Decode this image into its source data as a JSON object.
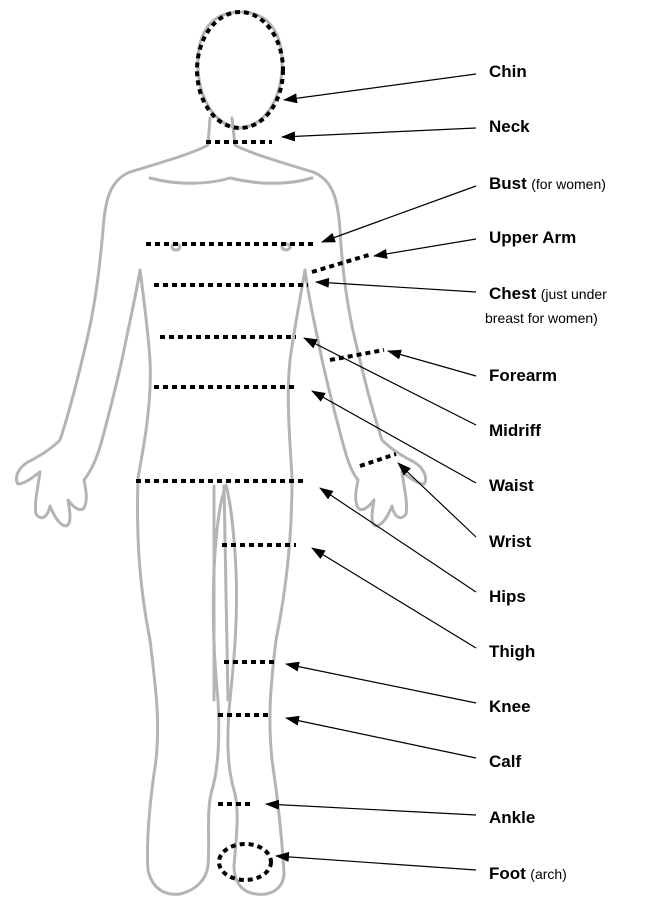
{
  "labels": [
    {
      "id": "chin",
      "name": "Chin",
      "note": ""
    },
    {
      "id": "neck",
      "name": "Neck",
      "note": ""
    },
    {
      "id": "bust",
      "name": "Bust",
      "note": "(for women)"
    },
    {
      "id": "upper-arm",
      "name": "Upper Arm",
      "note": ""
    },
    {
      "id": "chest",
      "name": "Chest",
      "note": "(just under",
      "note2": "breast for women)"
    },
    {
      "id": "forearm",
      "name": "Forearm",
      "note": ""
    },
    {
      "id": "midriff",
      "name": "Midriff",
      "note": ""
    },
    {
      "id": "waist",
      "name": "Waist",
      "note": ""
    },
    {
      "id": "wrist",
      "name": "Wrist",
      "note": ""
    },
    {
      "id": "hips",
      "name": "Hips",
      "note": ""
    },
    {
      "id": "thigh",
      "name": "Thigh",
      "note": ""
    },
    {
      "id": "knee",
      "name": "Knee",
      "note": ""
    },
    {
      "id": "calf",
      "name": "Calf",
      "note": ""
    },
    {
      "id": "ankle",
      "name": "Ankle",
      "note": ""
    },
    {
      "id": "foot",
      "name": "Foot",
      "note": "(arch)"
    }
  ],
  "colors": {
    "outline": "#b4b4b4",
    "measure": "#000000",
    "text": "#000000"
  }
}
